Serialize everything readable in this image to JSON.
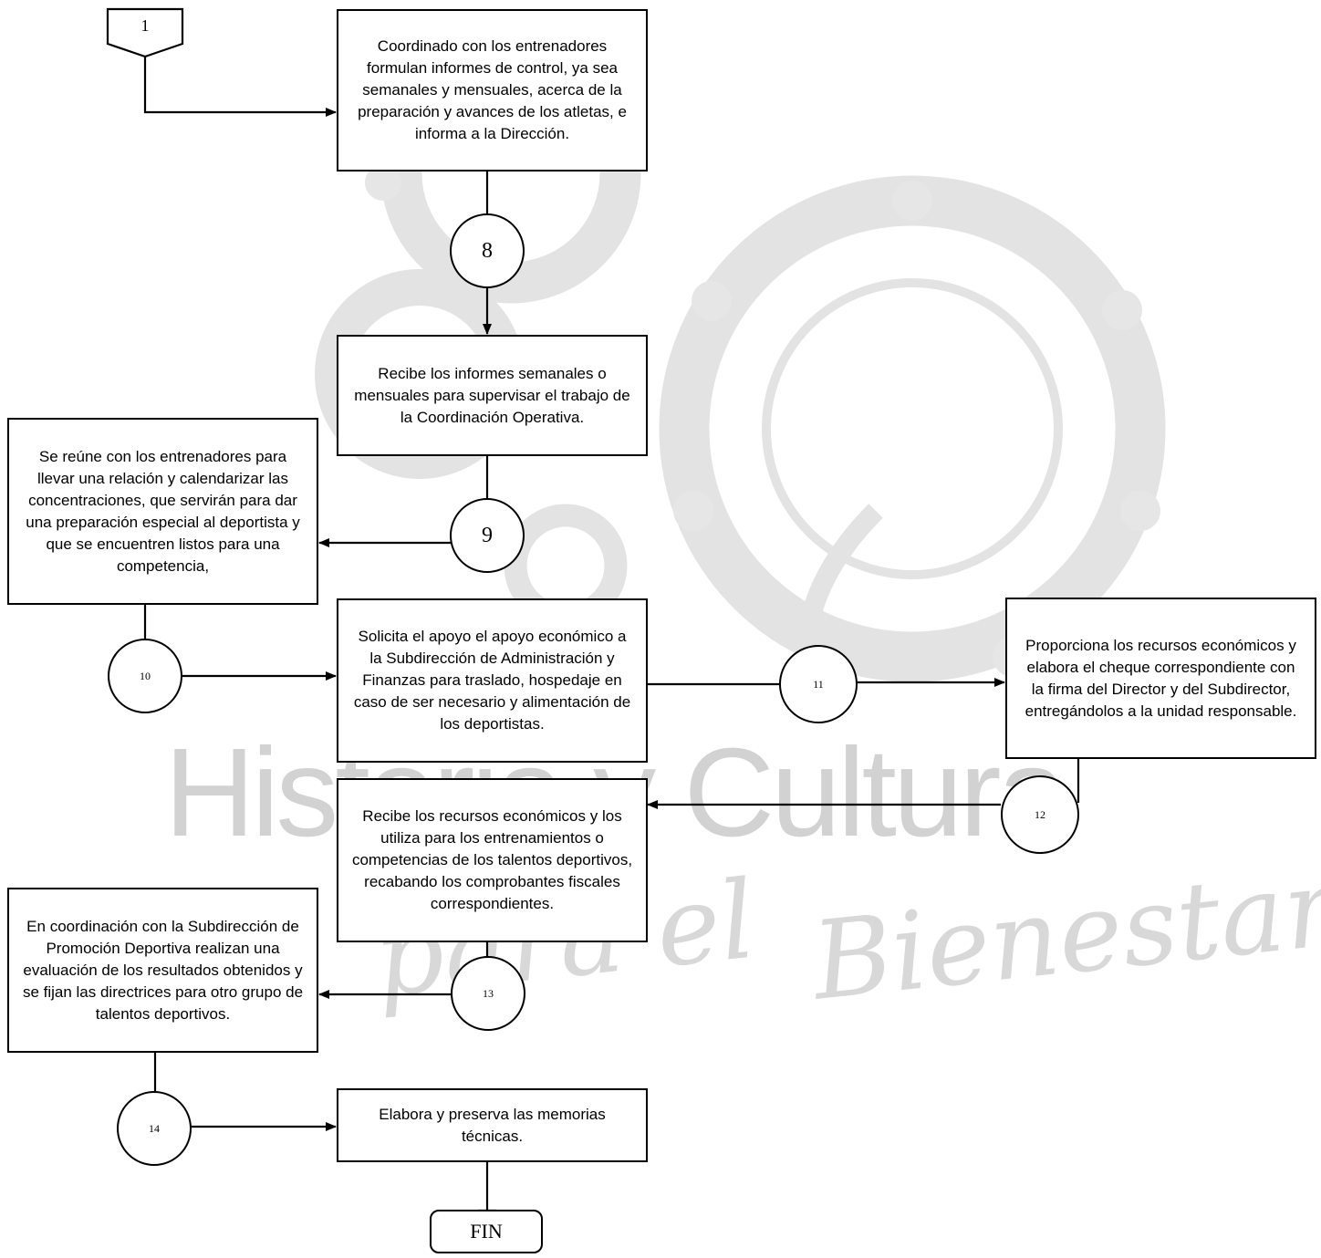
{
  "watermark": {
    "title": "Historia y Cultura",
    "script_a": "para el",
    "script_b": "Bienestar"
  },
  "offpage_connector": {
    "label": "1"
  },
  "boxes": {
    "b1": "Coordinado con los entrenadores formulan informes de control, ya sea semanales y mensuales, acerca de la preparación y avances de los atletas, e informa a la Dirección.",
    "b2": "Recibe los informes semanales o mensuales para supervisar el trabajo de la Coordinación Operativa.",
    "b3": "Se reúne con los entrenadores para llevar una relación y calendarizar las concentraciones, que servirán para dar una preparación especial al deportista y que se encuentren listos para una competencia,",
    "b4": "Solicita el apoyo el apoyo económico a la Subdirección de Administración y Finanzas para traslado, hospedaje en caso de ser necesario y alimentación de los deportistas.",
    "b5": "Proporciona los recursos económicos y elabora el cheque correspondiente con la firma del Director y del Subdirector, entregándolos a la unidad responsable.",
    "b6": "Recibe los recursos económicos y los utiliza para los entrenamientos o competencias de los talentos deportivos, recabando los comprobantes fiscales correspondientes.",
    "b7": "En coordinación con la Subdirección de Promoción Deportiva realizan una evaluación de los resultados obtenidos y se fijan las directrices para otro grupo de talentos deportivos.",
    "b8": "Elabora y preserva las memorias técnicas."
  },
  "steps": {
    "s8": "8",
    "s9": "9",
    "s10": "10",
    "s11": "11",
    "s12": "12",
    "s13": "13",
    "s14": "14"
  },
  "terminator": {
    "label": "FIN"
  }
}
